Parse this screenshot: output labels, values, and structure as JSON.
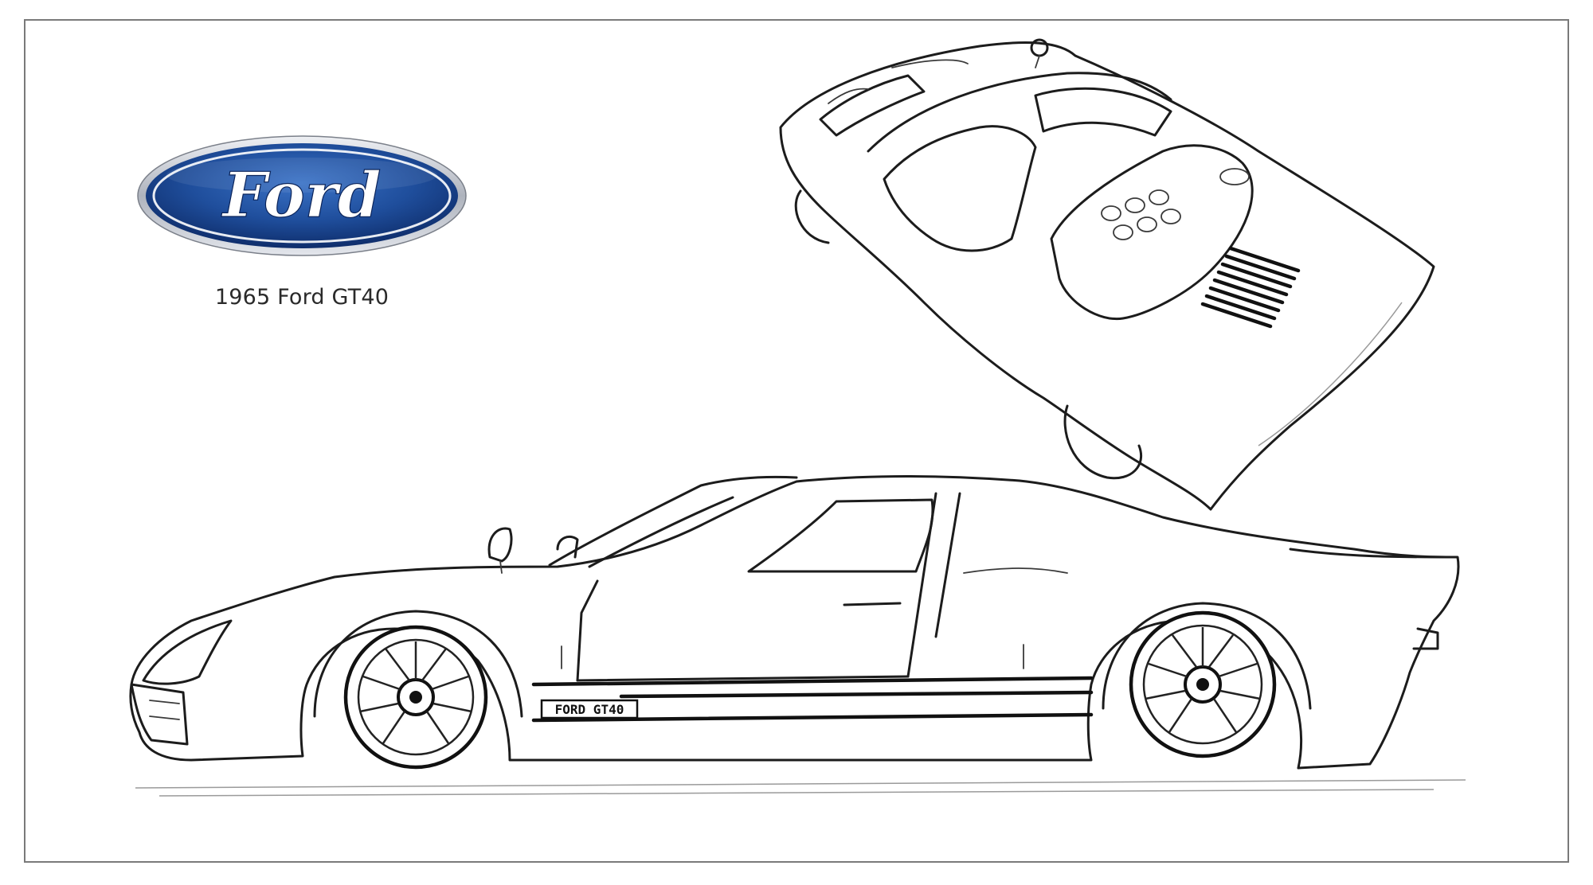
{
  "logo": {
    "wordmark": "Ford",
    "colors": {
      "oval_outer": "#c9ccd3",
      "oval_blue": "#1f4e9c",
      "oval_blue_dark": "#0f2f6e",
      "wordmark": "#ffffff"
    }
  },
  "caption": {
    "text": "1965 Ford GT40"
  },
  "car_side_view": {
    "stripe_text": "FORD GT40"
  }
}
